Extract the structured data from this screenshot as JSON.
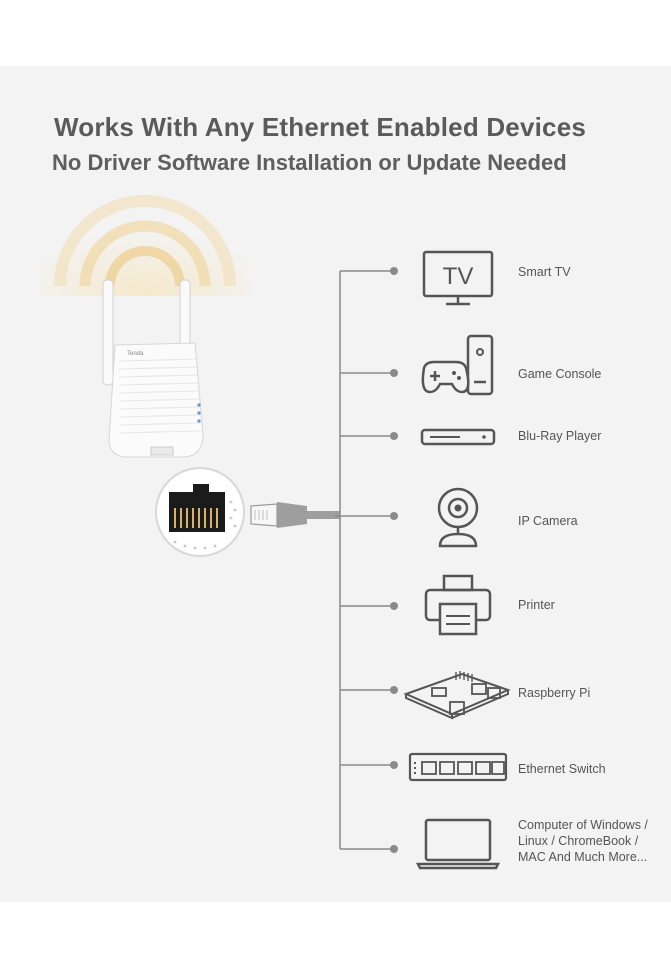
{
  "header": {
    "title": "Works With Any Ethernet Enabled Devices",
    "subtitle": "No Driver Software Installation or Update Needed"
  },
  "router": {
    "brand": "Tenda"
  },
  "devices": [
    {
      "label": "Smart TV",
      "icon": "tv-icon",
      "screen_text": "TV"
    },
    {
      "label": "Game Console",
      "icon": "game-console-icon"
    },
    {
      "label": "Blu-Ray Player",
      "icon": "bluray-player-icon"
    },
    {
      "label": "IP Camera",
      "icon": "ip-camera-icon"
    },
    {
      "label": "Printer",
      "icon": "printer-icon"
    },
    {
      "label": "Raspberry Pi",
      "icon": "raspberry-pi-icon"
    },
    {
      "label": "Ethernet Switch",
      "icon": "ethernet-switch-icon"
    },
    {
      "label_lines": [
        "Computer of Windows /",
        "Linux / ChromeBook /",
        "MAC And Much More..."
      ],
      "icon": "laptop-icon"
    }
  ]
}
